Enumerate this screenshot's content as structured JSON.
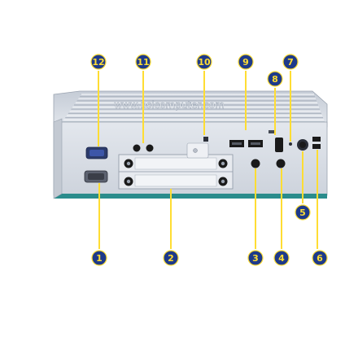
{
  "watermark": "www.bsicomputer.com",
  "callouts": [
    {
      "number": "1",
      "label": ""
    },
    {
      "number": "2",
      "label": ""
    },
    {
      "number": "3",
      "label": ""
    },
    {
      "number": "4",
      "label": ""
    },
    {
      "number": "5",
      "label": ""
    },
    {
      "number": "6",
      "label": ""
    },
    {
      "number": "7",
      "label": ""
    },
    {
      "number": "8",
      "label": ""
    },
    {
      "number": "9",
      "label": ""
    },
    {
      "number": "10",
      "label": ""
    },
    {
      "number": "11",
      "label": ""
    },
    {
      "number": "12",
      "label": ""
    }
  ],
  "colors": {
    "callout_fill": "#1e3a8a",
    "callout_text": "#ffdd33",
    "leader_line": "#ffdd33",
    "chassis": "#d6dbe3",
    "chassis_shadow": "#b6bdc8",
    "base_stripe": "#2a8c8c"
  },
  "icons": [
    "callout-badge-icon",
    "vga-port-icon",
    "serial-port-icon",
    "usb-port-icon",
    "power-button-icon",
    "audio-jack-icon",
    "antenna-connector-icon"
  ]
}
